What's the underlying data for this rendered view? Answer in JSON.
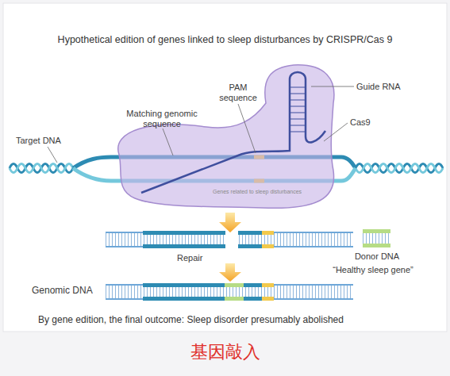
{
  "diagram": {
    "title": "Hypothetical edition of genes linked to sleep disturbances by CRISPR/Cas 9",
    "caption": "基因敲入",
    "labels": [
      "PAM sequence",
      "Guide RNA",
      "Cas9",
      "Matching genomic sequence",
      "Target DNA",
      "Genes related to sleep disturbances",
      "Repair",
      "Donor DNA",
      "“Healthy sleep gene”",
      "Genomic DNA",
      "By gene edition, the final outcome: Sleep disorder presumably abolished"
    ]
  }
}
